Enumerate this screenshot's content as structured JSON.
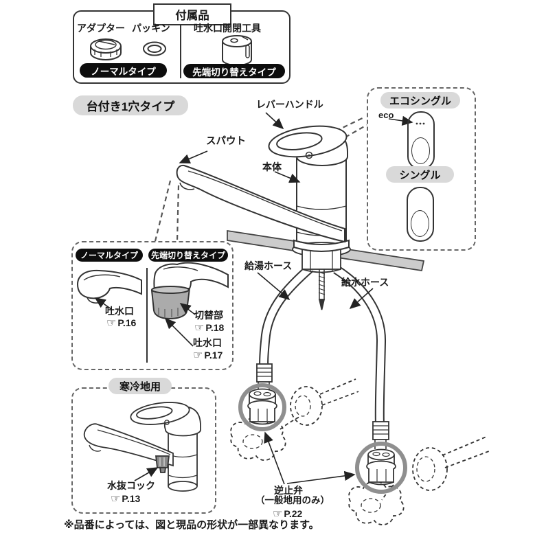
{
  "accessories": {
    "title": "付属品",
    "adapter_label": "アダプター",
    "packing_label": "パッキン",
    "normal_badge": "ノーマルタイプ",
    "tool_label": "吐水口開閉工具",
    "switch_badge": "先端切り替えタイプ"
  },
  "main": {
    "type_label": "台付き1穴タイプ",
    "lever_handle": "レバーハンドル",
    "spout": "スパウト",
    "body": "本体",
    "hot_hose": "給湯ホース",
    "cold_hose": "給水ホース",
    "check_valve": "逆止弁",
    "check_valve_note": "（一般地用のみ）",
    "check_valve_ref": "P.22"
  },
  "handle_types": {
    "eco_single": "エコシングル",
    "eco_mark": "eco",
    "single": "シングル"
  },
  "spout_detail": {
    "normal_badge": "ノーマルタイプ",
    "switch_badge": "先端切り替えタイプ",
    "normal_outlet": "吐水口",
    "normal_outlet_ref": "P.16",
    "switch_part": "切替部",
    "switch_part_ref": "P.18",
    "switch_outlet": "吐水口",
    "switch_outlet_ref": "P.17"
  },
  "cold_region": {
    "title": "寒冷地用",
    "drain_cock": "水抜コック",
    "drain_cock_ref": "P.13"
  },
  "footnote": "※品番によっては、図と現品の形状が一部異なります。",
  "ref_icon": "☞",
  "colors": {
    "line": "#333333",
    "counter_fill": "#cccccc",
    "badge_bg": "#0d0d0d",
    "pill_bg": "#d9d9d9",
    "switch_ring_fill": "#aaaaaa",
    "highlight_circle": "#8f8f8f"
  }
}
